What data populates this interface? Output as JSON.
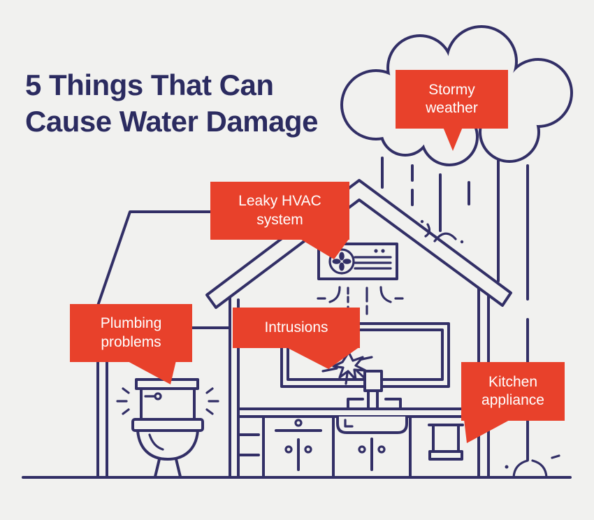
{
  "title": {
    "text": "5 Things That Can Cause Water Damage",
    "line1": "5 Things That Can",
    "line2": "Cause Water Damage"
  },
  "callouts": [
    {
      "id": "stormy-weather",
      "label": "Stormy weather"
    },
    {
      "id": "leaky-hvac",
      "label": "Leaky HVAC system"
    },
    {
      "id": "plumbing-problems",
      "label": "Plumbing problems"
    },
    {
      "id": "intrusions",
      "label": "Intrusions"
    },
    {
      "id": "kitchen-appliance",
      "label": "Kitchen appliance"
    }
  ],
  "colors": {
    "background": "#f1f1ef",
    "line": "#322f66",
    "title": "#2b2b60",
    "accent": "#e8412b",
    "callout_text": "#ffffff"
  },
  "illustration": {
    "scene": "house cross-section line art",
    "elements": [
      "cloud-icon",
      "rain-lines",
      "roof",
      "left-extension",
      "walls",
      "hvac-unit-icon",
      "drip-lines",
      "window",
      "crack-burst-icon",
      "faucet-icon",
      "sink-icon",
      "kitchen-cabinets",
      "kitchen-appliance-icon",
      "toilet-icon",
      "roof-splash",
      "ground-splash",
      "ground-line"
    ]
  }
}
